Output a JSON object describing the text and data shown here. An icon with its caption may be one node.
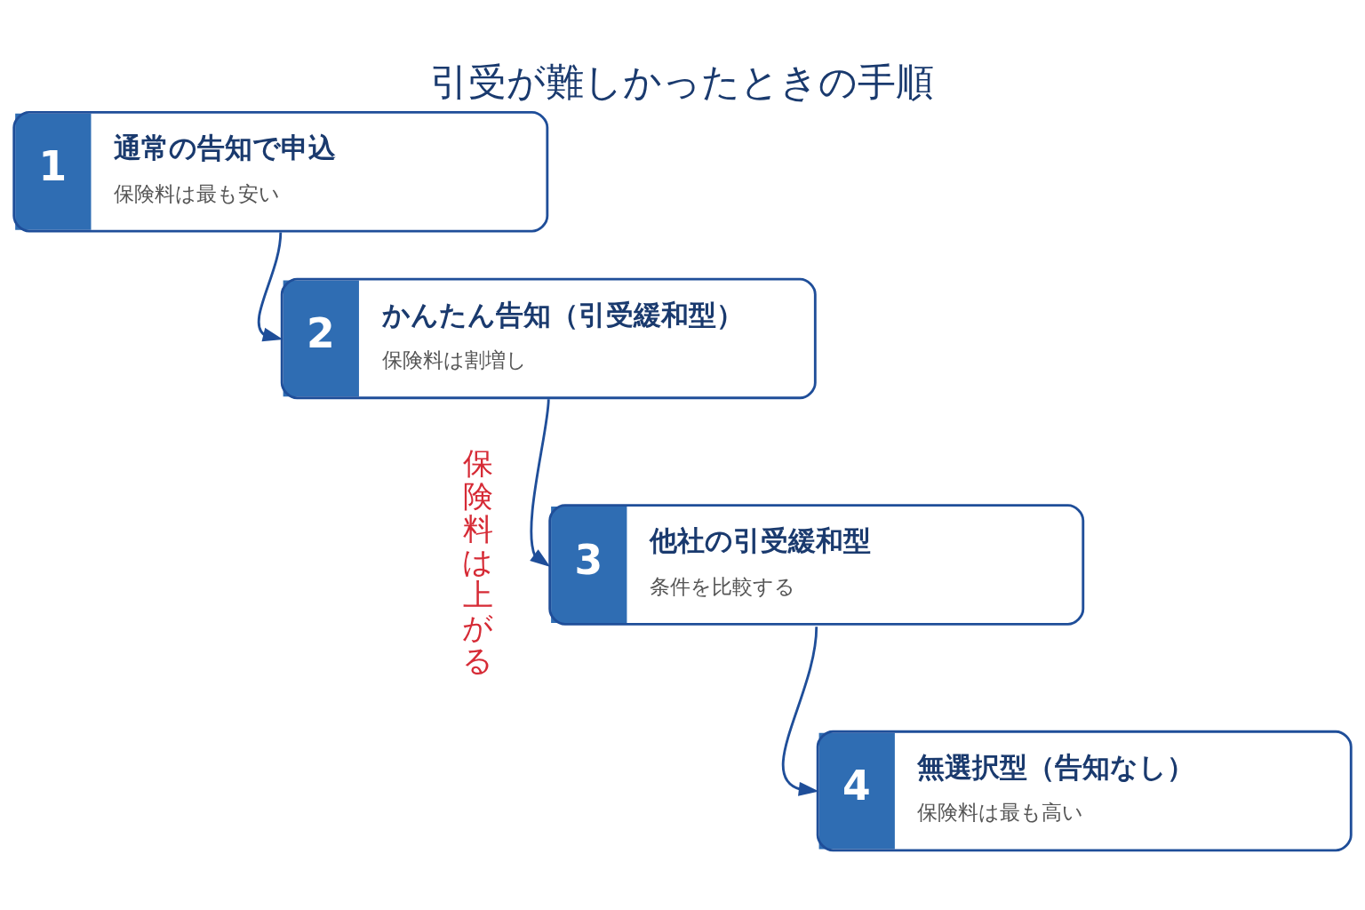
{
  "diagram": {
    "title": "引受が難しかったときの手順",
    "nodes": [
      {
        "text": [
          "1",
          "通常の告知で申込",
          "保険料は最も安い"
        ]
      },
      {
        "text": [
          "2",
          "かんたん告知（引受緩和型）",
          "保険料は割増し"
        ]
      },
      {
        "text": [
          "3",
          "他社の引受緩和型",
          "条件を比較する"
        ]
      },
      {
        "text": [
          "4",
          "無選択型（告知なし）",
          "保険料は最も高い"
        ]
      }
    ],
    "edges": [
      {
        "from": 0,
        "to": 1,
        "arrow": "to"
      },
      {
        "from": 1,
        "to": 2,
        "arrow": "to"
      },
      {
        "from": 2,
        "to": 3,
        "arrow": "to"
      }
    ],
    "labels": [
      "保険料は上がる"
    ]
  }
}
